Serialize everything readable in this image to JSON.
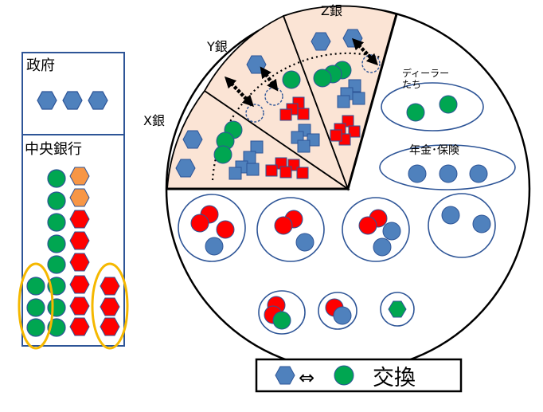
{
  "left_panel": {
    "government_label": "政府",
    "central_bank_label": "中央銀行"
  },
  "circle": {
    "bank_x_label": "X銀",
    "bank_y_label": "Y銀",
    "bank_z_label": "Z銀",
    "dealers_label": "ディーラー\nたち",
    "pension_label": "年金･保険"
  },
  "legend": {
    "exchange_label": "交換",
    "arrow_symbol": "⇔"
  },
  "colors": {
    "blue_hexagon": "#4f81bd",
    "green_circle": "#00a651",
    "red_square": "#ff0000",
    "orange_hexagon": "#f79646",
    "highlight_ellipse": "#f5b800",
    "bank_fill": "#fbe4d5",
    "panel_border": "#2e5597"
  }
}
